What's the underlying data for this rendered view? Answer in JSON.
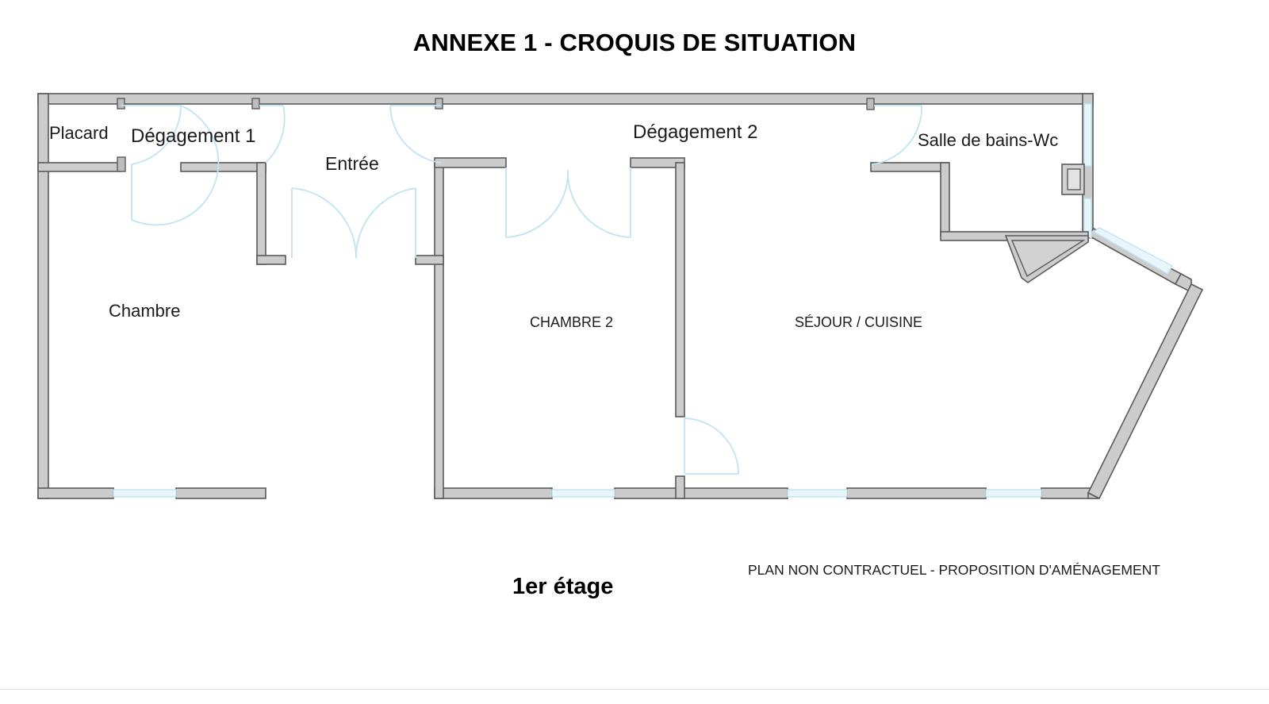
{
  "document": {
    "title": "ANNEXE 1 - CROQUIS DE SITUATION",
    "floor_level": "1er étage",
    "disclaimer": "PLAN NON CONTRACTUEL - PROPOSITION D'AMÉNAGEMENT"
  },
  "plan": {
    "rooms": [
      {
        "id": "placard",
        "label": "Placard"
      },
      {
        "id": "degagement1",
        "label": "Dégagement 1"
      },
      {
        "id": "entree",
        "label": "Entrée"
      },
      {
        "id": "degagement2",
        "label": "Dégagement 2"
      },
      {
        "id": "salle_bains",
        "label": "Salle de bains-Wc"
      },
      {
        "id": "chambre",
        "label": "Chambre"
      },
      {
        "id": "chambre2",
        "label": "CHAMBRE 2"
      },
      {
        "id": "sejour",
        "label": "SÉJOUR / CUISINE"
      }
    ],
    "colors": {
      "wall_fill": "#cccccc",
      "wall_stroke": "#5a5a5a",
      "door_swing": "#bfe4f2",
      "window": "#cfeaf7",
      "fixture_fill": "#d2d2d2",
      "text": "#1b1b1b",
      "background": "#ffffff"
    }
  }
}
